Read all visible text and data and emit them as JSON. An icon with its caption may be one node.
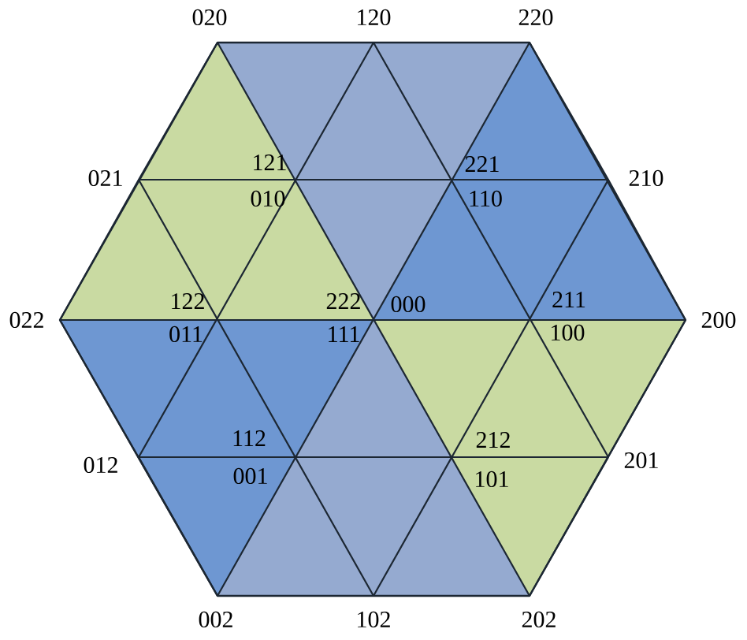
{
  "diagram": {
    "labels": [
      "020",
      "120",
      "220",
      "021",
      "121",
      "221",
      "210",
      "010",
      "110",
      "122",
      "222",
      "000",
      "211",
      "022",
      "200",
      "011",
      "111",
      "100",
      "112",
      "212",
      "012",
      "201",
      "001",
      "101",
      "002",
      "102",
      "202"
    ]
  }
}
